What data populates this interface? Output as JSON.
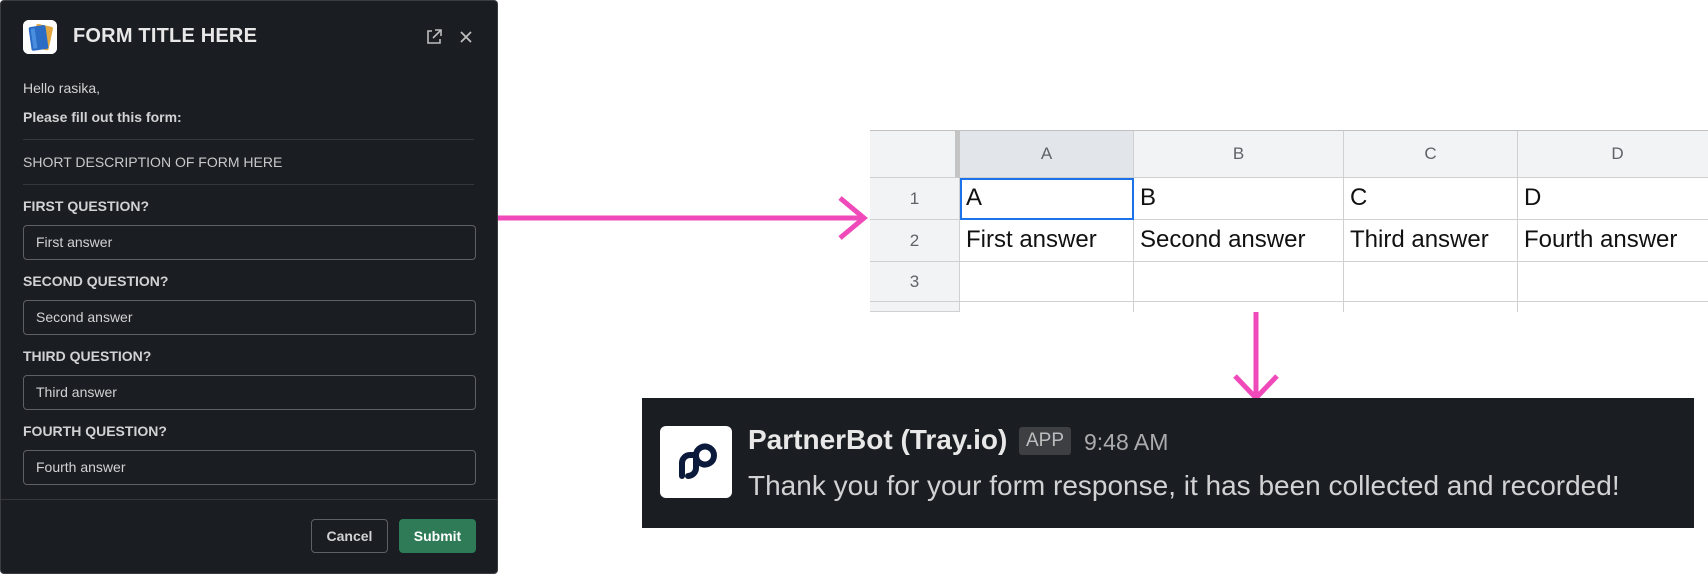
{
  "modal": {
    "title": "FORM TITLE HERE",
    "greeting": "Hello rasika,",
    "instruction": "Please fill out this form:",
    "description": "SHORT DESCRIPTION OF FORM HERE",
    "questions": [
      {
        "label": "FIRST QUESTION?",
        "value": "First answer"
      },
      {
        "label": "SECOND QUESTION?",
        "value": "Second answer"
      },
      {
        "label": "THIRD QUESTION?",
        "value": "Third answer"
      },
      {
        "label": "FOURTH QUESTION?",
        "value": "Fourth answer"
      }
    ],
    "cancel_label": "Cancel",
    "submit_label": "Submit",
    "icons": {
      "app": "notepad-icon",
      "popout": "external-link-icon",
      "close": "close-icon"
    }
  },
  "sheet": {
    "columns": [
      "A",
      "B",
      "C",
      "D"
    ],
    "rows": [
      "1",
      "2",
      "3"
    ],
    "cells": [
      [
        "A",
        "B",
        "C",
        "D"
      ],
      [
        "First answer",
        "Second answer",
        "Third answer",
        "Fourth answer"
      ],
      [
        "",
        "",
        "",
        ""
      ]
    ]
  },
  "notification": {
    "bot_name": "PartnerBot (Tray.io)",
    "badge": "APP",
    "time": "9:48 AM",
    "message": "Thank you for your form response, it has been collected and recorded!",
    "avatar_icon": "tray-logo-icon"
  },
  "colors": {
    "arrow": "#f04aba",
    "submit": "#2f7a57",
    "modal_bg": "#1a1d21",
    "selection": "#1a73e8"
  }
}
